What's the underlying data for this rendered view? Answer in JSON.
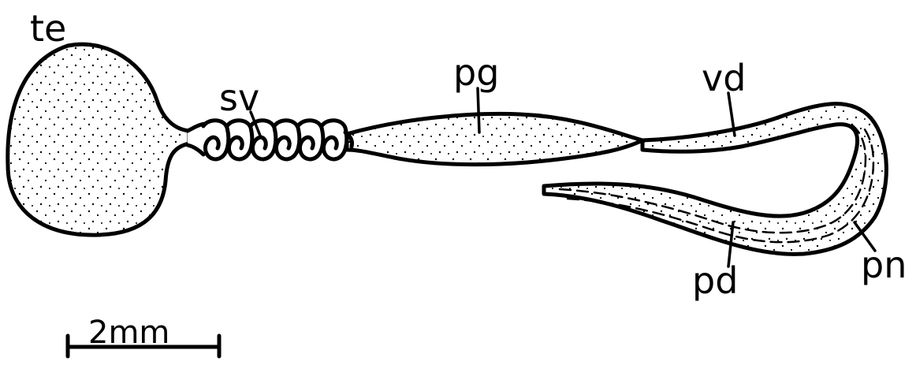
{
  "labels": {
    "te": "te",
    "sv": "sv",
    "pg": "pg",
    "vd": "vd",
    "pd": "pd",
    "pn": "pn"
  },
  "scale_bar": {
    "label": "2mm"
  },
  "colors": {
    "ink": "#000000",
    "background": "#ffffff"
  }
}
